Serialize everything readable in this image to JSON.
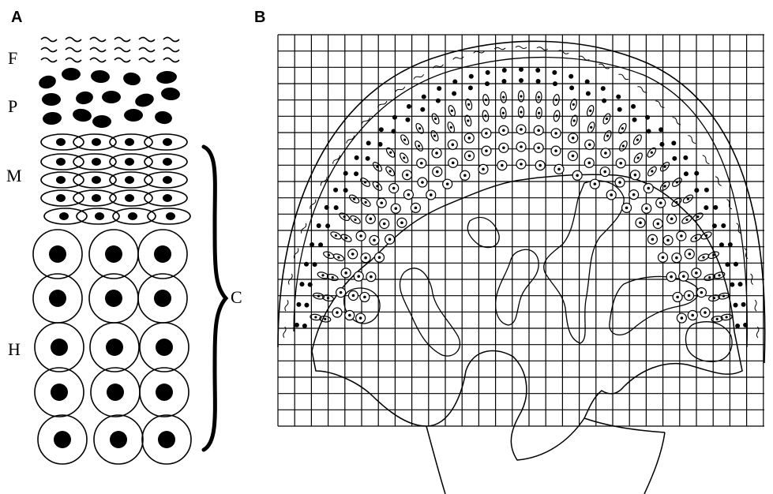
{
  "panels": {
    "a": {
      "letter": "A",
      "zones": {
        "f": "F",
        "p": "P",
        "m": "M",
        "h": "H",
        "c": "C"
      }
    },
    "b": {
      "letter": "B"
    }
  },
  "colors": {
    "ink": "#000000",
    "background": "#ffffff"
  },
  "cell_types": {
    "fiber_cell": "wavy-line",
    "proliferating_cell": "filled-ellipse",
    "maturing_cell": "open-ellipse-with-dot",
    "hypertrophic_cell": "large-circle-with-dot"
  }
}
